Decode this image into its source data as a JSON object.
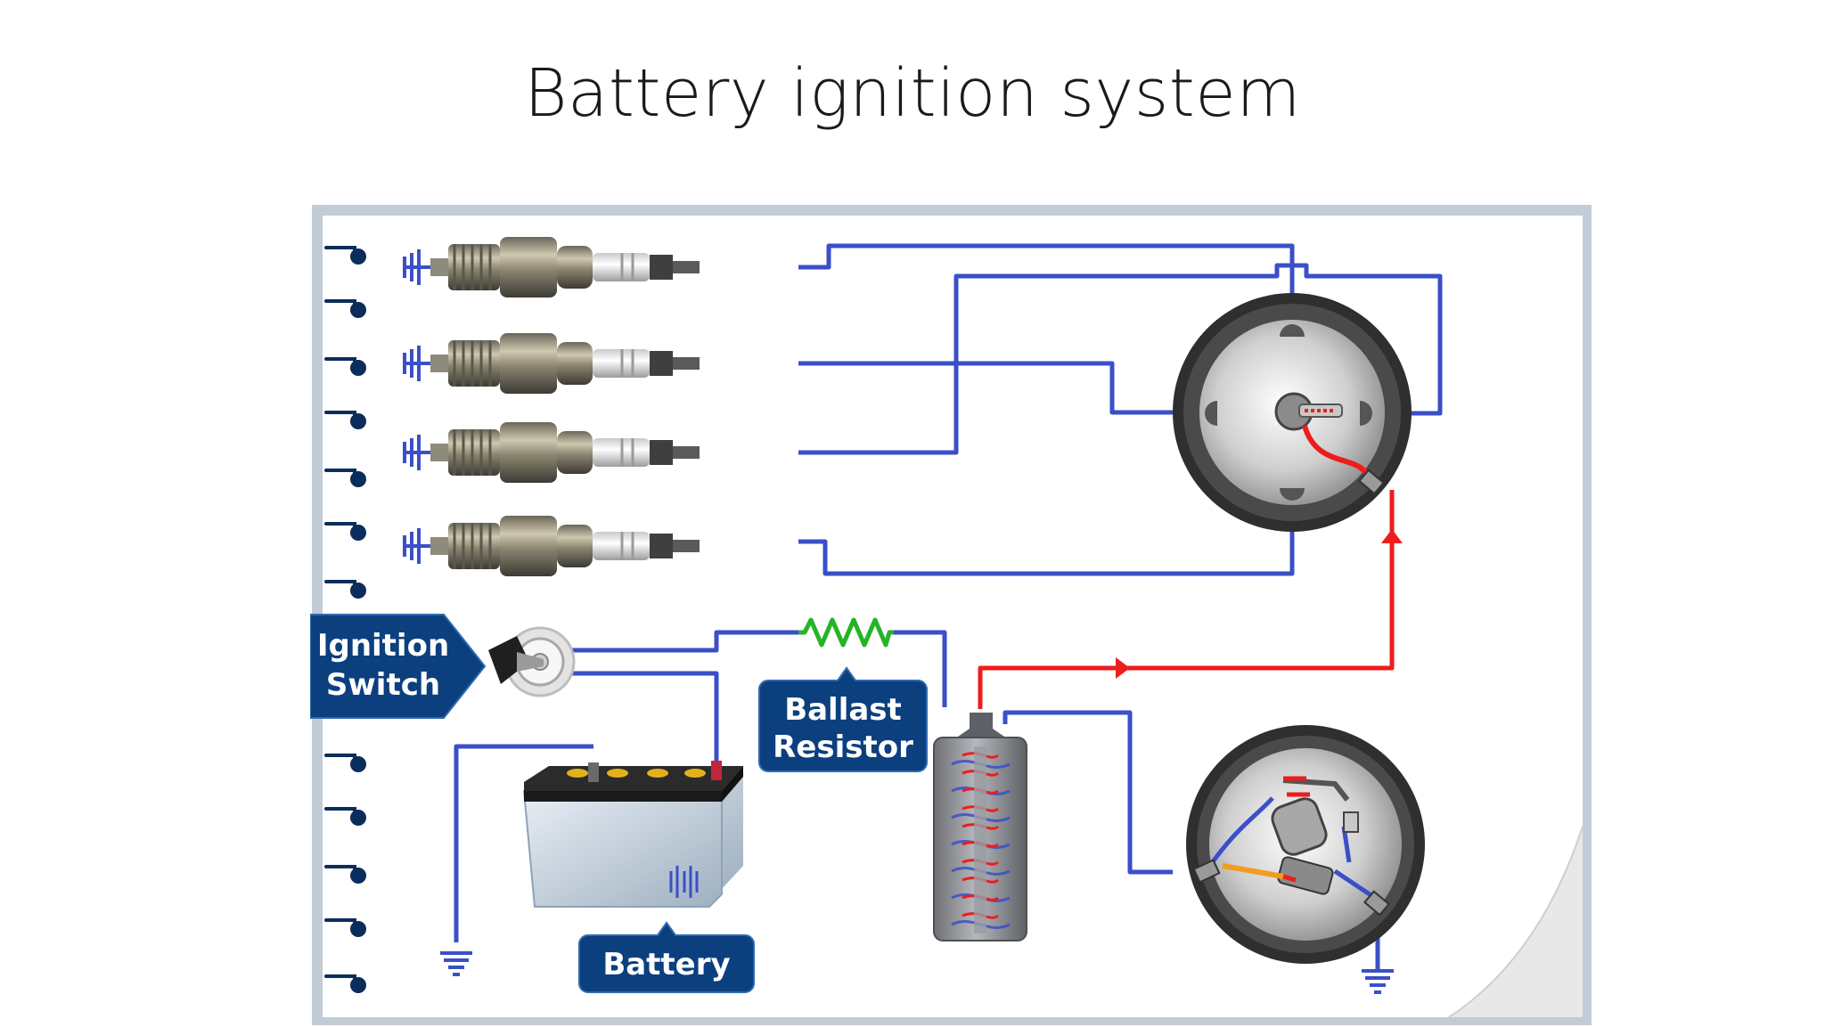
{
  "slide": {
    "title": "Battery ignition system"
  },
  "labels": {
    "ignition_switch": [
      "Ignition",
      "Switch"
    ],
    "ballast_resistor": [
      "Ballast",
      "Resistor"
    ],
    "battery": "Battery"
  },
  "colors": {
    "primary_wire": "#3a4fc8",
    "high_tension_wire": "#ee1c1c",
    "ballast_resistor": "#27b327",
    "label_bg": "#0c3f7e",
    "frame": "#a5b5c4"
  }
}
